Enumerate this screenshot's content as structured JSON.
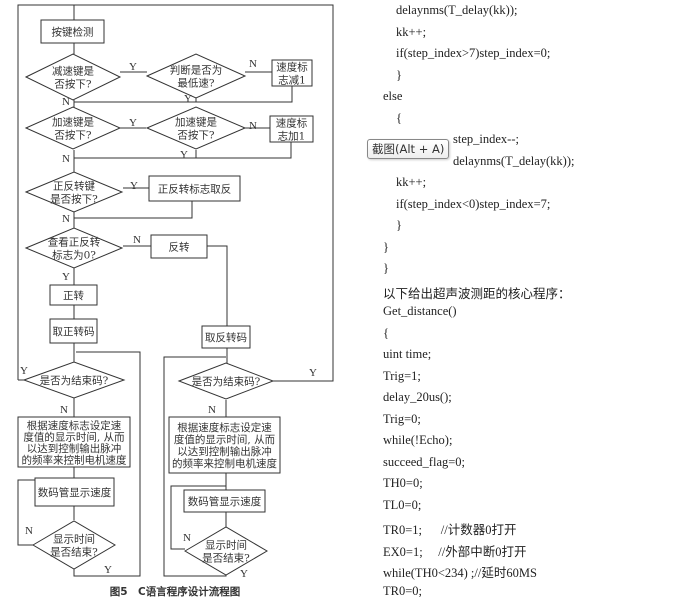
{
  "flowchart": {
    "key_detect": "按键检测",
    "dec_q": [
      "减速键是",
      "否按下?"
    ],
    "min_q": [
      "判断是否为",
      "最低速?"
    ],
    "dec_box": [
      "速度标",
      "志减1"
    ],
    "inc_q": [
      "加速键是",
      "否按下?"
    ],
    "inc_q2": [
      "加速键是",
      "否按下?"
    ],
    "inc_box": [
      "速度标",
      "志加1"
    ],
    "dir_q": [
      "正反转键",
      "是否按下?"
    ],
    "dir_box": "正反转标志取反",
    "flag_q": [
      "查看正反转",
      "标志为0?"
    ],
    "reverse": "反转",
    "forward": "正转",
    "get_fwd": "取正转码",
    "get_rev": "取反转码",
    "end_q": "是否为结束码?",
    "speed_box": [
      "根据速度标志设定速",
      "度值的显示时间, 从而",
      "以达到控制输出脉冲",
      "的频率来控制电机速度"
    ],
    "display": "数码管显示速度",
    "time_q": [
      "显示时间",
      "是否结束?"
    ],
    "yes": "Y",
    "no": "N"
  },
  "caption": "图5　C语言程序设计流程图",
  "code_lines": [
    {
      "t": "delaynms(T_delay(kk));",
      "i": 1
    },
    {
      "t": "kk++;",
      "i": 1
    },
    {
      "t": "if(step_index>7)step_index=0;",
      "i": 1
    },
    {
      "t": "}",
      "i": 1
    },
    {
      "t": "else",
      "i": 0
    },
    {
      "t": "{",
      "i": 1
    },
    {
      "t": "step_index--;",
      "i": 1
    },
    {
      "t": "delaynms(T_delay(kk));",
      "i": 1
    },
    {
      "t": "kk++;",
      "i": 1
    },
    {
      "t": "if(step_index<0)step_index=7;",
      "i": 1
    },
    {
      "t": "}",
      "i": 1
    },
    {
      "t": "}",
      "i": 0
    },
    {
      "t": "}",
      "i": 0
    },
    {
      "t": "以下给出超声波测距的核心程序：",
      "i": 0
    },
    {
      "t": "Get_distance()",
      "i": 0
    },
    {
      "t": "{",
      "i": 0
    },
    {
      "t": "uint time;",
      "i": 0
    },
    {
      "t": "Trig=1;",
      "i": 0
    },
    {
      "t": "delay_20us();",
      "i": 0
    },
    {
      "t": "Trig=0;",
      "i": 0
    },
    {
      "t": "while(!Echo);",
      "i": 0
    },
    {
      "t": "succeed_flag=0;",
      "i": 0
    },
    {
      "t": "TH0=0;",
      "i": 0
    },
    {
      "t": "TL0=0;",
      "i": 0
    },
    {
      "t": "TR0=1;      //计数器0打开",
      "i": 0
    },
    {
      "t": "EX0=1;     //外部中断0打开",
      "i": 0
    },
    {
      "t": "while(TH0<234) ;//延时60MS",
      "i": 0
    },
    {
      "t": "TR0=0;",
      "i": 0
    }
  ],
  "tooltip": "截图(Alt + A)"
}
